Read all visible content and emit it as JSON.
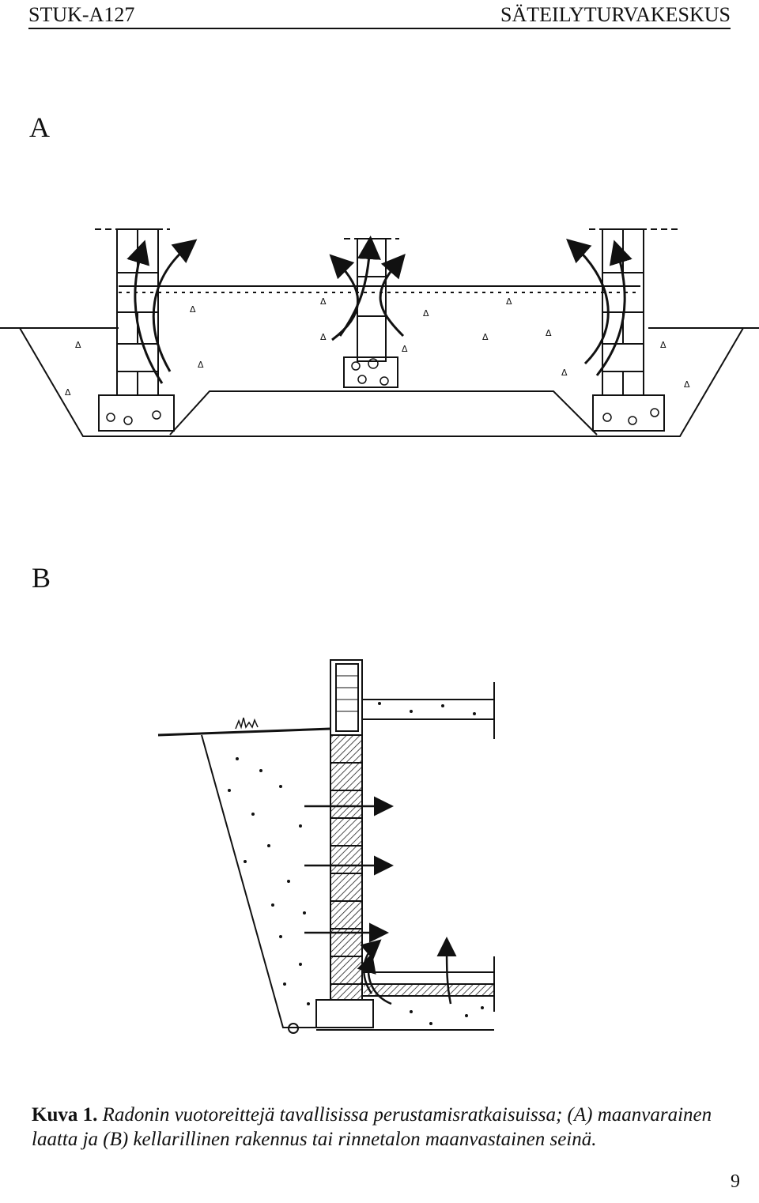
{
  "header": {
    "left": "STUK-A127",
    "right": "SÄTEILYTURVAKESKUS"
  },
  "figure": {
    "panel_a_label": "A",
    "panel_b_label": "B",
    "caption_label": "Kuva 1.",
    "caption_text": "Radonin vuotoreittejä tavallisissa perustamisratkaisuissa; (A) maanvarainen laatta ja (B) kellarillinen rakennus tai rinnetalon maanvastainen seinä."
  },
  "page_number": "9"
}
